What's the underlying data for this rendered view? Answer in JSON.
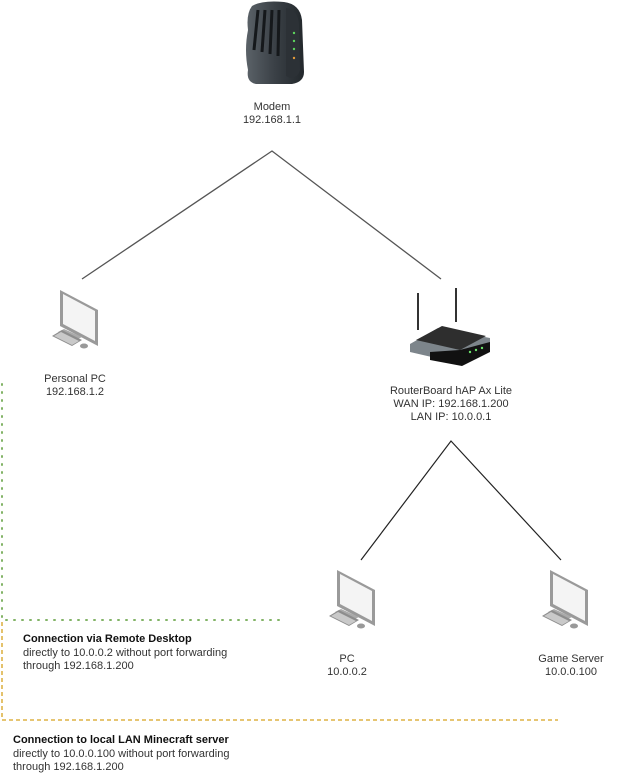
{
  "diagram": {
    "nodes": {
      "modem": {
        "name": "Modem",
        "ip": "192.168.1.1",
        "icon": "modem-icon"
      },
      "personal_pc": {
        "name": "Personal PC",
        "ip": "192.168.1.2",
        "icon": "desktop-computer-icon"
      },
      "router": {
        "name": "RouterBoard hAP Ax Lite",
        "wan": "WAN IP: 192.168.1.200",
        "lan": "LAN IP: 10.0.0.1",
        "icon": "wireless-router-icon"
      },
      "pc": {
        "name": "PC",
        "ip": "10.0.0.2",
        "icon": "desktop-computer-icon"
      },
      "game_server": {
        "name": "Game Server",
        "ip": "10.0.0.100",
        "icon": "desktop-computer-icon"
      }
    },
    "notes": {
      "remote_desktop": {
        "title": "Connection via Remote Desktop",
        "line1": "directly to 10.0.0.2 without port forwarding",
        "line2": "through 192.168.1.200",
        "color": "#82b366",
        "style": "dotted"
      },
      "minecraft": {
        "title": "Connection to local LAN Minecraft server",
        "line1": "directly to 10.0.0.100 without port forwarding",
        "line2": "through 192.168.1.200",
        "color": "#d6a21e",
        "style": "dashed"
      }
    },
    "edges": [
      {
        "from": "modem",
        "to": "personal_pc"
      },
      {
        "from": "modem",
        "to": "router"
      },
      {
        "from": "router",
        "to": "pc"
      },
      {
        "from": "router",
        "to": "game_server"
      }
    ]
  }
}
